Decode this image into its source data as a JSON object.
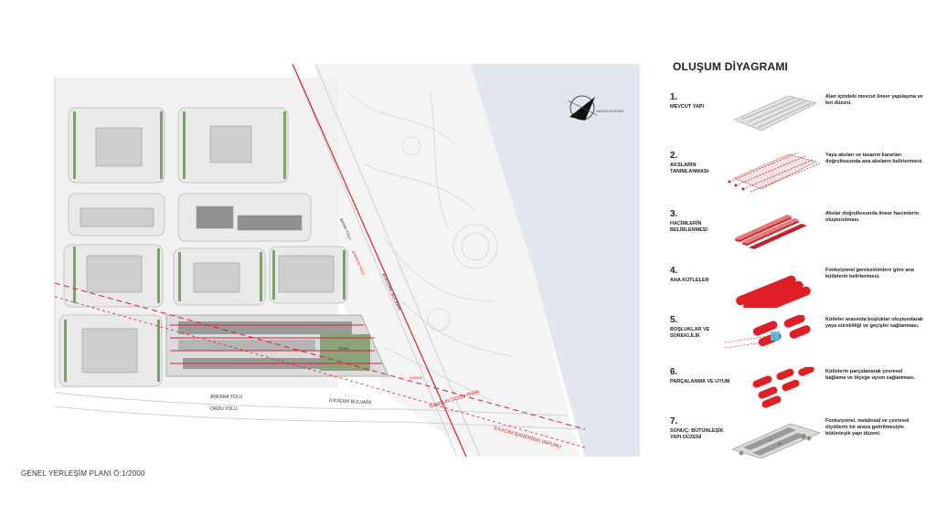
{
  "plan": {
    "caption": "GENEL YERLEŞİM PLANI Ö:1/2000",
    "north_label": "HAKİM RÜZGAR",
    "street_labels": {
      "ataturk_bulvari": "ATATÜRK BULVARI",
      "ilkadim_bulvari": "İLKADIM BULVARI",
      "ankara_yolu": "ANKARA YOLU",
      "ordu_yolu": "ORDU YOLU",
      "samsun_dogu_park": "SAMSUN DOĞU PARK",
      "ilkadim_bandirma": "İLKADIM BANDIRMA VAPURU",
      "bafra_yolu": "BAFRA YOLU",
      "samsun_yolu": "SAMSUN YOLU",
      "ring": "DÖNÜŞ",
      "tren": "TRAM"
    }
  },
  "diagram": {
    "title": "OLUŞUM DİYAGRAMI",
    "steps": [
      {
        "num": "1.",
        "label": "MEVCUT YAPI",
        "desc": "Alan içindeki mevcut lineer yapılaşma ve kot düzeni.",
        "icon": "existing-structure"
      },
      {
        "num": "2.",
        "label": "AKSLARIN TANIMLANMASI",
        "desc": "Yaya aksları ve tasarım kararları doğrultusunda ana aksların belirlenmesi.",
        "icon": "axes-definition"
      },
      {
        "num": "3.",
        "label": "HACİMLERİN BELİRLENMESİ",
        "desc": "Akslar doğrultusunda lineer hacimlerin oluşturulması.",
        "icon": "volumes"
      },
      {
        "num": "4.",
        "label": "ANA KÜTLELER",
        "desc": "Fonksiyonel gereksinimlere göre ana kütlelerin belirlenmesi.",
        "icon": "main-masses"
      },
      {
        "num": "5.",
        "label": "BOŞLUKLAR VE SÜREKLİLİK",
        "desc": "Kütleler arasında boşluklar oluşturularak yaya sürekliliği ve geçişler sağlanması.",
        "icon": "voids"
      },
      {
        "num": "6.",
        "label": "PARÇALANMA VE UYUM",
        "desc": "Kütlelerin parçalanarak çevresel bağlama ve ölçeğe uyum sağlanması.",
        "icon": "fragmentation"
      },
      {
        "num": "7.",
        "label": "SONUÇ: BÜTÜNLEŞİK YAPI DÜZENİ",
        "desc": "Fonksiyonel, mekânsal ve çevresel ölçütlerin bir araya getirilmesiyle bütünleşik yapı düzeni.",
        "icon": "final-layout"
      }
    ]
  },
  "colors": {
    "accent_red": "#d8202b",
    "sea": "#dfe5ef",
    "block_fill": "#ececec",
    "building": "#c9c9c9",
    "tree": "#7f9e74"
  }
}
